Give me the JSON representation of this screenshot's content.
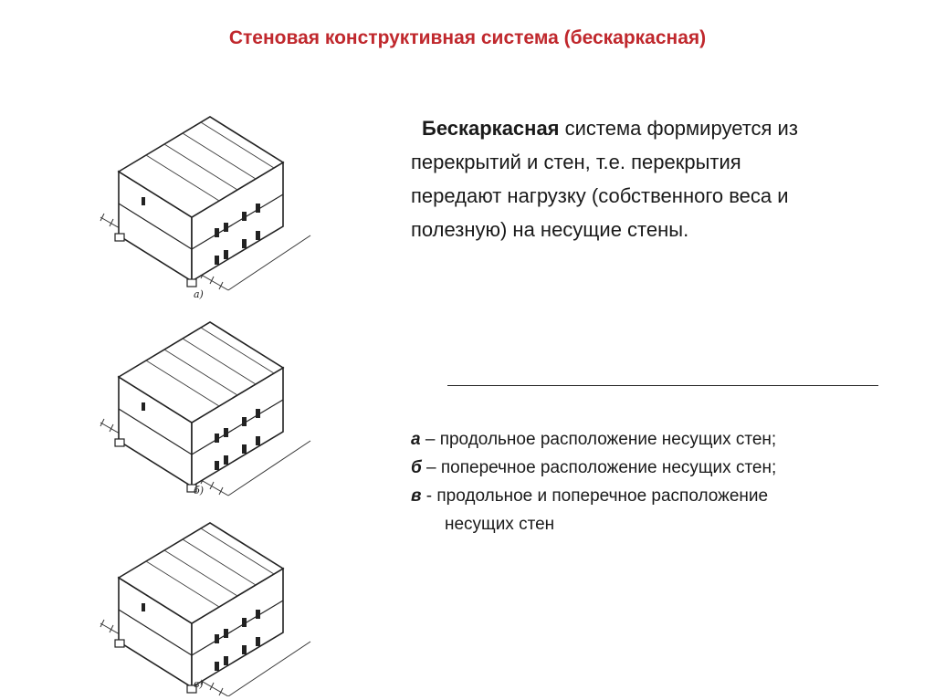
{
  "title": "Стеновая конструктивная система (бескаркасная)",
  "description": {
    "bold_term": "Бескаркасная",
    "line1_rest": " система  формируется из",
    "line2": "перекрытий и стен, т.е. перекрытия",
    "line3": "передают нагрузку (собственного веса и",
    "line4": "полезную) на несущие стены."
  },
  "legend": [
    {
      "key": "а",
      "sep": " – ",
      "text": "продольное расположение несущих стен;"
    },
    {
      "key": "б",
      "sep": " – ",
      "text": " поперечное расположение несущих стен;"
    },
    {
      "key": "в",
      "sep": " - ",
      "text": "продольное и поперечное расположение"
    }
  ],
  "legend_continuation": "несущих стен",
  "figure_labels": [
    "а)",
    "б)",
    "в)"
  ],
  "colors": {
    "title": "#c0282d",
    "text": "#1a1a1a",
    "line": "#222222"
  }
}
